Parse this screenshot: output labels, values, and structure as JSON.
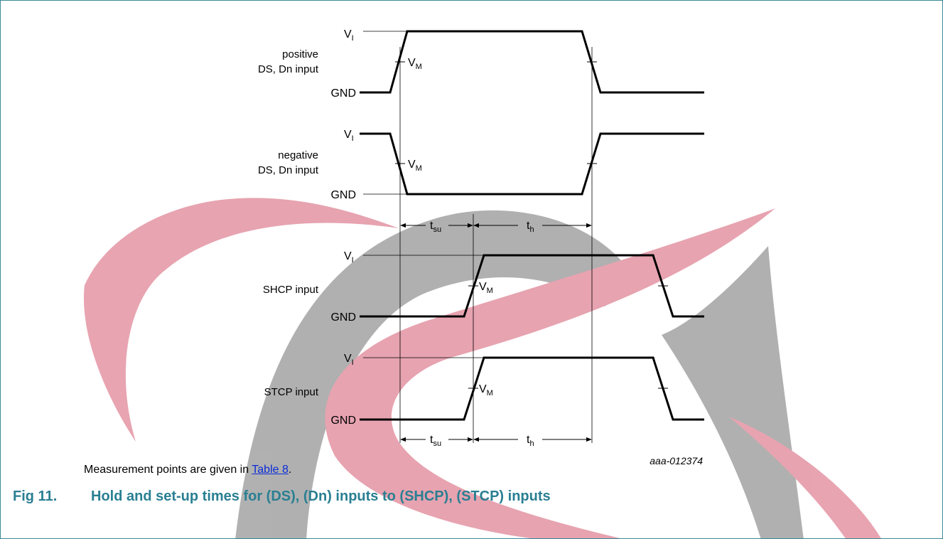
{
  "colors": {
    "frame": "#3a8a99",
    "caption": "#2a7f92",
    "link": "#0b2bd6",
    "watermark_gray": "#a9a9a9",
    "watermark_pink": "#e0919f"
  },
  "signals": {
    "ds_positive": {
      "label_line1": "positive",
      "label_line2": "DS, Dn input",
      "high": "V",
      "high_sub": "I",
      "low": "GND",
      "mid": "V",
      "mid_sub": "M"
    },
    "ds_negative": {
      "label_line1": "negative",
      "label_line2": "DS, Dn input",
      "high": "V",
      "high_sub": "I",
      "low": "GND",
      "mid": "V",
      "mid_sub": "M"
    },
    "shcp": {
      "label": "SHCP input",
      "high": "V",
      "high_sub": "I",
      "low": "GND",
      "mid": "V",
      "mid_sub": "M"
    },
    "stcp": {
      "label": "STCP input",
      "high": "V",
      "high_sub": "I",
      "low": "GND",
      "mid": "V",
      "mid_sub": "M"
    }
  },
  "timing": {
    "tsu": "t",
    "tsu_sub": "su",
    "th": "t",
    "th_sub": "h"
  },
  "figure_id": "aaa-012374",
  "note": {
    "text_before": "Measurement points are given in ",
    "link": "Table 8",
    "text_after": "."
  },
  "caption": {
    "number": "Fig 11.",
    "title": "Hold and set-up times for (DS), (Dn) inputs to (SHCP), (STCP) inputs"
  }
}
